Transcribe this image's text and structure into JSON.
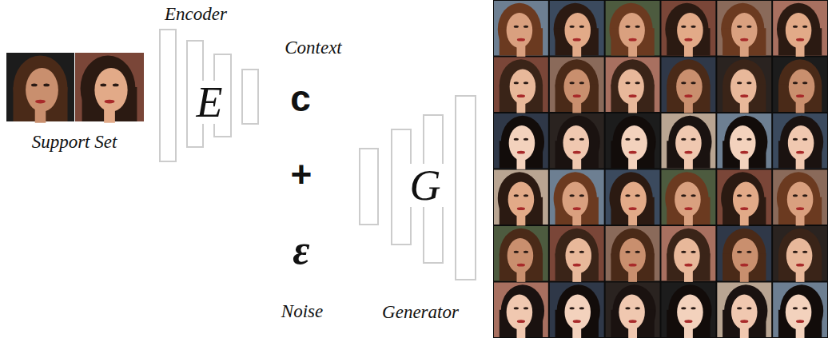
{
  "diagram": {
    "nodes": [
      {
        "text": [
          "Support Set"
        ]
      },
      {
        "text": [
          "Encoder",
          "E"
        ]
      },
      {
        "text": [
          "G",
          "Generator"
        ]
      }
    ],
    "labels": [
      "Context",
      "c",
      "+",
      "ε",
      "Noise"
    ]
  }
}
